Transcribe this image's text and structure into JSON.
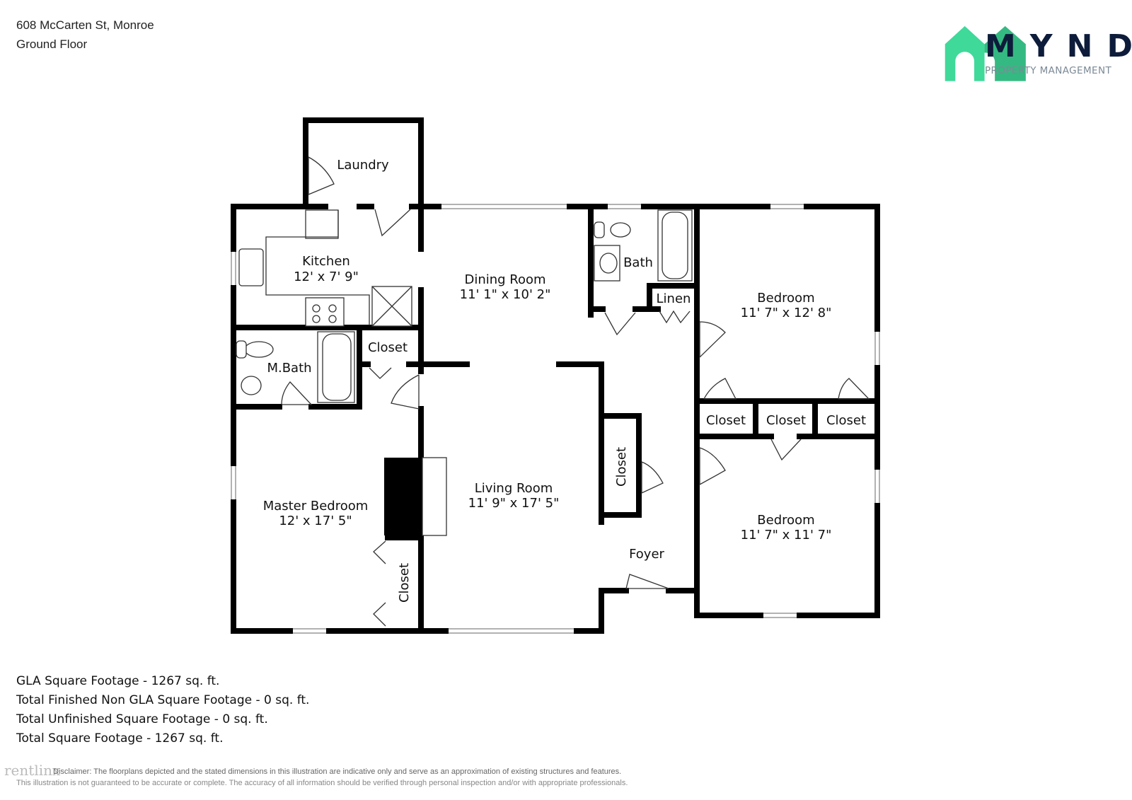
{
  "header": {
    "address": "608 McCarten St, Monroe",
    "floor": "Ground Floor"
  },
  "logo": {
    "brand": "MYND",
    "tagline": "PROPERTY MANAGEMENT",
    "colors": {
      "house_light": "#3fd99a",
      "house_dark": "#35b982",
      "text": "#0d1c3a"
    }
  },
  "rooms": {
    "laundry": {
      "name": "Laundry"
    },
    "kitchen": {
      "name": "Kitchen",
      "dims": "12' x 7' 9\""
    },
    "dining": {
      "name": "Dining Room",
      "dims": "11' 1\" x 10' 2\""
    },
    "bath": {
      "name": "Bath"
    },
    "linen": {
      "name": "Linen"
    },
    "bedroom1": {
      "name": "Bedroom",
      "dims": "11' 7\" x 12' 8\""
    },
    "mbath": {
      "name": "M.Bath"
    },
    "closet_mbath": {
      "name": "Closet"
    },
    "closet_a": {
      "name": "Closet"
    },
    "closet_b": {
      "name": "Closet"
    },
    "closet_c": {
      "name": "Closet"
    },
    "closet_hall": {
      "name": "Closet"
    },
    "living": {
      "name": "Living Room",
      "dims": "11' 9\" x 17' 5\""
    },
    "master": {
      "name": "Master Bedroom",
      "dims": "12' x 17' 5\""
    },
    "closet_master": {
      "name": "Closet"
    },
    "foyer": {
      "name": "Foyer"
    },
    "bedroom2": {
      "name": "Bedroom",
      "dims": "11' 7\" x 11' 7\""
    }
  },
  "stats": [
    "GLA Square Footage - 1267 sq. ft.",
    "Total Finished Non GLA Square Footage - 0 sq. ft.",
    "Total Unfinished Square Footage - 0 sq. ft.",
    "Total Square Footage - 1267 sq. ft."
  ],
  "disclaimer": {
    "line1": "Disclaimer: The floorplans depicted and the stated dimensions in this illustration are indicative only and serve as an approximation of existing structures and features.",
    "line2": "This illustration is not guaranteed to be accurate or complete. The accuracy of all information should be verified through personal inspection and/or with appropriate professionals."
  },
  "watermark": "rentlinx"
}
